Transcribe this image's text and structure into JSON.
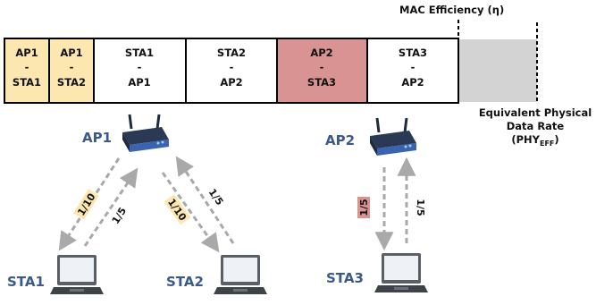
{
  "frame": {
    "cells": [
      {
        "lines": [
          "AP1",
          "-",
          "STA1"
        ],
        "color": "#fce7b0"
      },
      {
        "lines": [
          "AP1",
          "-",
          "STA2"
        ],
        "color": "#fce7b0"
      },
      {
        "lines": [
          "STA1",
          "-",
          "AP1"
        ],
        "color": "#ffffff"
      },
      {
        "lines": [
          "STA2",
          "-",
          "AP2"
        ],
        "color": "#ffffff"
      },
      {
        "lines": [
          "AP2",
          "-",
          "STA3"
        ],
        "color": "#d99392"
      },
      {
        "lines": [
          "STA3",
          "-",
          "AP2"
        ],
        "color": "#ffffff"
      }
    ],
    "gap_color": "#d3d3d3"
  },
  "annotations": {
    "mac_efficiency": "MAC Efficiency (η)",
    "phy_line1": "Equivalent Physical",
    "phy_line2": "Data Rate",
    "phy_open": "(PHY",
    "phy_sub": "EFF",
    "phy_close": ")"
  },
  "nodes": {
    "ap1": "AP1",
    "ap2": "AP2",
    "sta1": "STA1",
    "sta2": "STA2",
    "sta3": "STA3"
  },
  "links": {
    "ap1_sta1_down": {
      "label": "1/10",
      "highlight": "#fce7b0"
    },
    "sta1_ap1_up": {
      "label": "1/5",
      "highlight": null
    },
    "ap1_sta2_down": {
      "label": "1/10",
      "highlight": "#fce7b0"
    },
    "sta2_ap1_up": {
      "label": "1/5",
      "highlight": null
    },
    "ap2_sta3_down": {
      "label": "1/5",
      "highlight": "#d99392"
    },
    "sta3_ap2_up": {
      "label": "1/5",
      "highlight": null
    }
  },
  "colors": {
    "node_label": "#3a5a8c",
    "arrow": "#a9a9a9",
    "router_body": "#3a63b0",
    "router_dark": "#1e2a3d"
  }
}
